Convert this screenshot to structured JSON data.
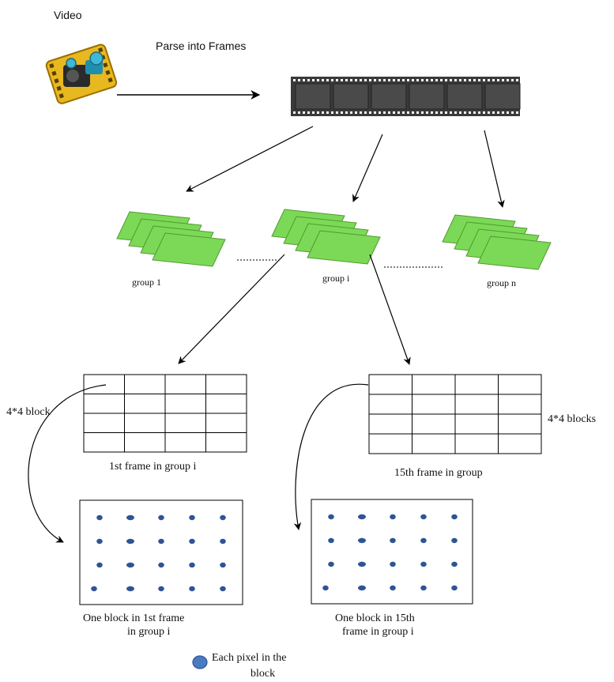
{
  "labels": {
    "video": "Video",
    "parse": "Parse into Frames",
    "group_1": "group 1",
    "group_i": "group i",
    "group_n": "group n",
    "block_4x4": "4*4 block",
    "blocks_4x4": "4*4 blocks",
    "frame_first": "1st frame in group i",
    "frame_15th": "15th frame in group",
    "block_first_line1": "One block in 1st frame",
    "block_first_line2": "in group i",
    "block_15th_line1": "One block in 15th",
    "block_15th_line2": "frame in group i",
    "legend_line1": "Each pixel in the",
    "legend_line2": "block"
  },
  "colors": {
    "frame_green": "#7cd957",
    "frame_green_border": "#4f9a2e",
    "pixel_dot": "#2f5496",
    "film_strip": "#3a3a3a",
    "icon": "video-camera-icon"
  }
}
